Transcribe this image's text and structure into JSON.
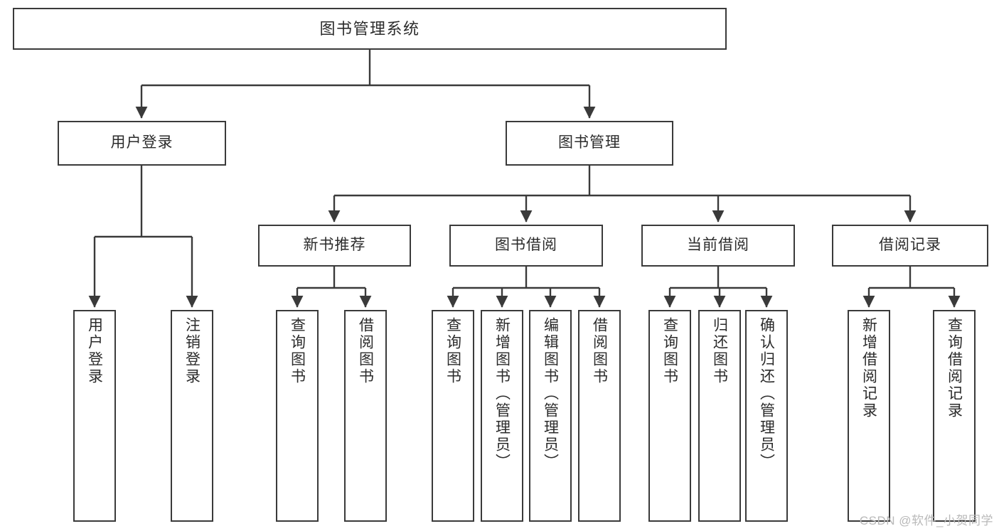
{
  "diagram": {
    "title": "图书管理系统",
    "type": "tree",
    "watermark": "CSDN @软件_小贺同学",
    "colors": {
      "background": "#ffffff",
      "box_border": "#3a3a3a",
      "box_fill": "#ffffff",
      "connector": "#3a3a3a",
      "text": "#2b2b2b",
      "watermark": "#b9b9b9"
    },
    "nodes": {
      "root": {
        "label": "图书管理系统"
      },
      "level2": [
        {
          "label": "用户登录"
        },
        {
          "label": "图书管理"
        }
      ],
      "level3": [
        {
          "label": "新书推荐"
        },
        {
          "label": "图书借阅"
        },
        {
          "label": "当前借阅"
        },
        {
          "label": "借阅记录"
        }
      ],
      "leaves": {
        "user_login": [
          {
            "label": "用户登录"
          },
          {
            "label": "注销登录"
          }
        ],
        "new_book_recommend": [
          {
            "label": "查询图书"
          },
          {
            "label": "借阅图书"
          }
        ],
        "book_borrow": [
          {
            "label": "查询图书"
          },
          {
            "label": "新增图书（管理员）"
          },
          {
            "label": "编辑图书（管理员）"
          },
          {
            "label": "借阅图书"
          }
        ],
        "current_borrow": [
          {
            "label": "查询图书"
          },
          {
            "label": "归还图书"
          },
          {
            "label": "确认归还（管理员）"
          }
        ],
        "borrow_record": [
          {
            "label": "新增借阅记录"
          },
          {
            "label": "查询借阅记录"
          }
        ]
      }
    }
  }
}
